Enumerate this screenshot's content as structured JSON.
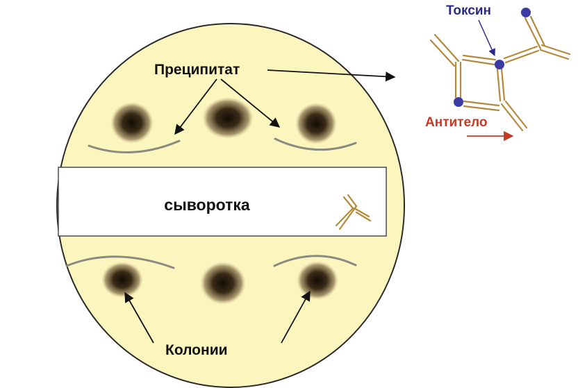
{
  "labels": {
    "precipitate": "Преципитат",
    "serum": "сыворотка",
    "colonies": "Колонии",
    "toxin": "Токсин",
    "antibody": "Антитело"
  },
  "colors": {
    "plate_fill": "#fcf6be",
    "plate_stroke": "#2a2a2a",
    "serum_strip_fill": "#ffffff",
    "colony_dark": "#1a1208",
    "precipitate_line": "#8a8a80",
    "antibody_gold": "#b28a3a",
    "toxin_blue": "#3d3aa6",
    "toxin_label": "#2c2a8a",
    "antibody_label": "#c53a26"
  },
  "icons": {
    "colony": "colony-blob",
    "antibody": "y-shaped-antibody",
    "toxin": "toxin-molecule-dot"
  }
}
